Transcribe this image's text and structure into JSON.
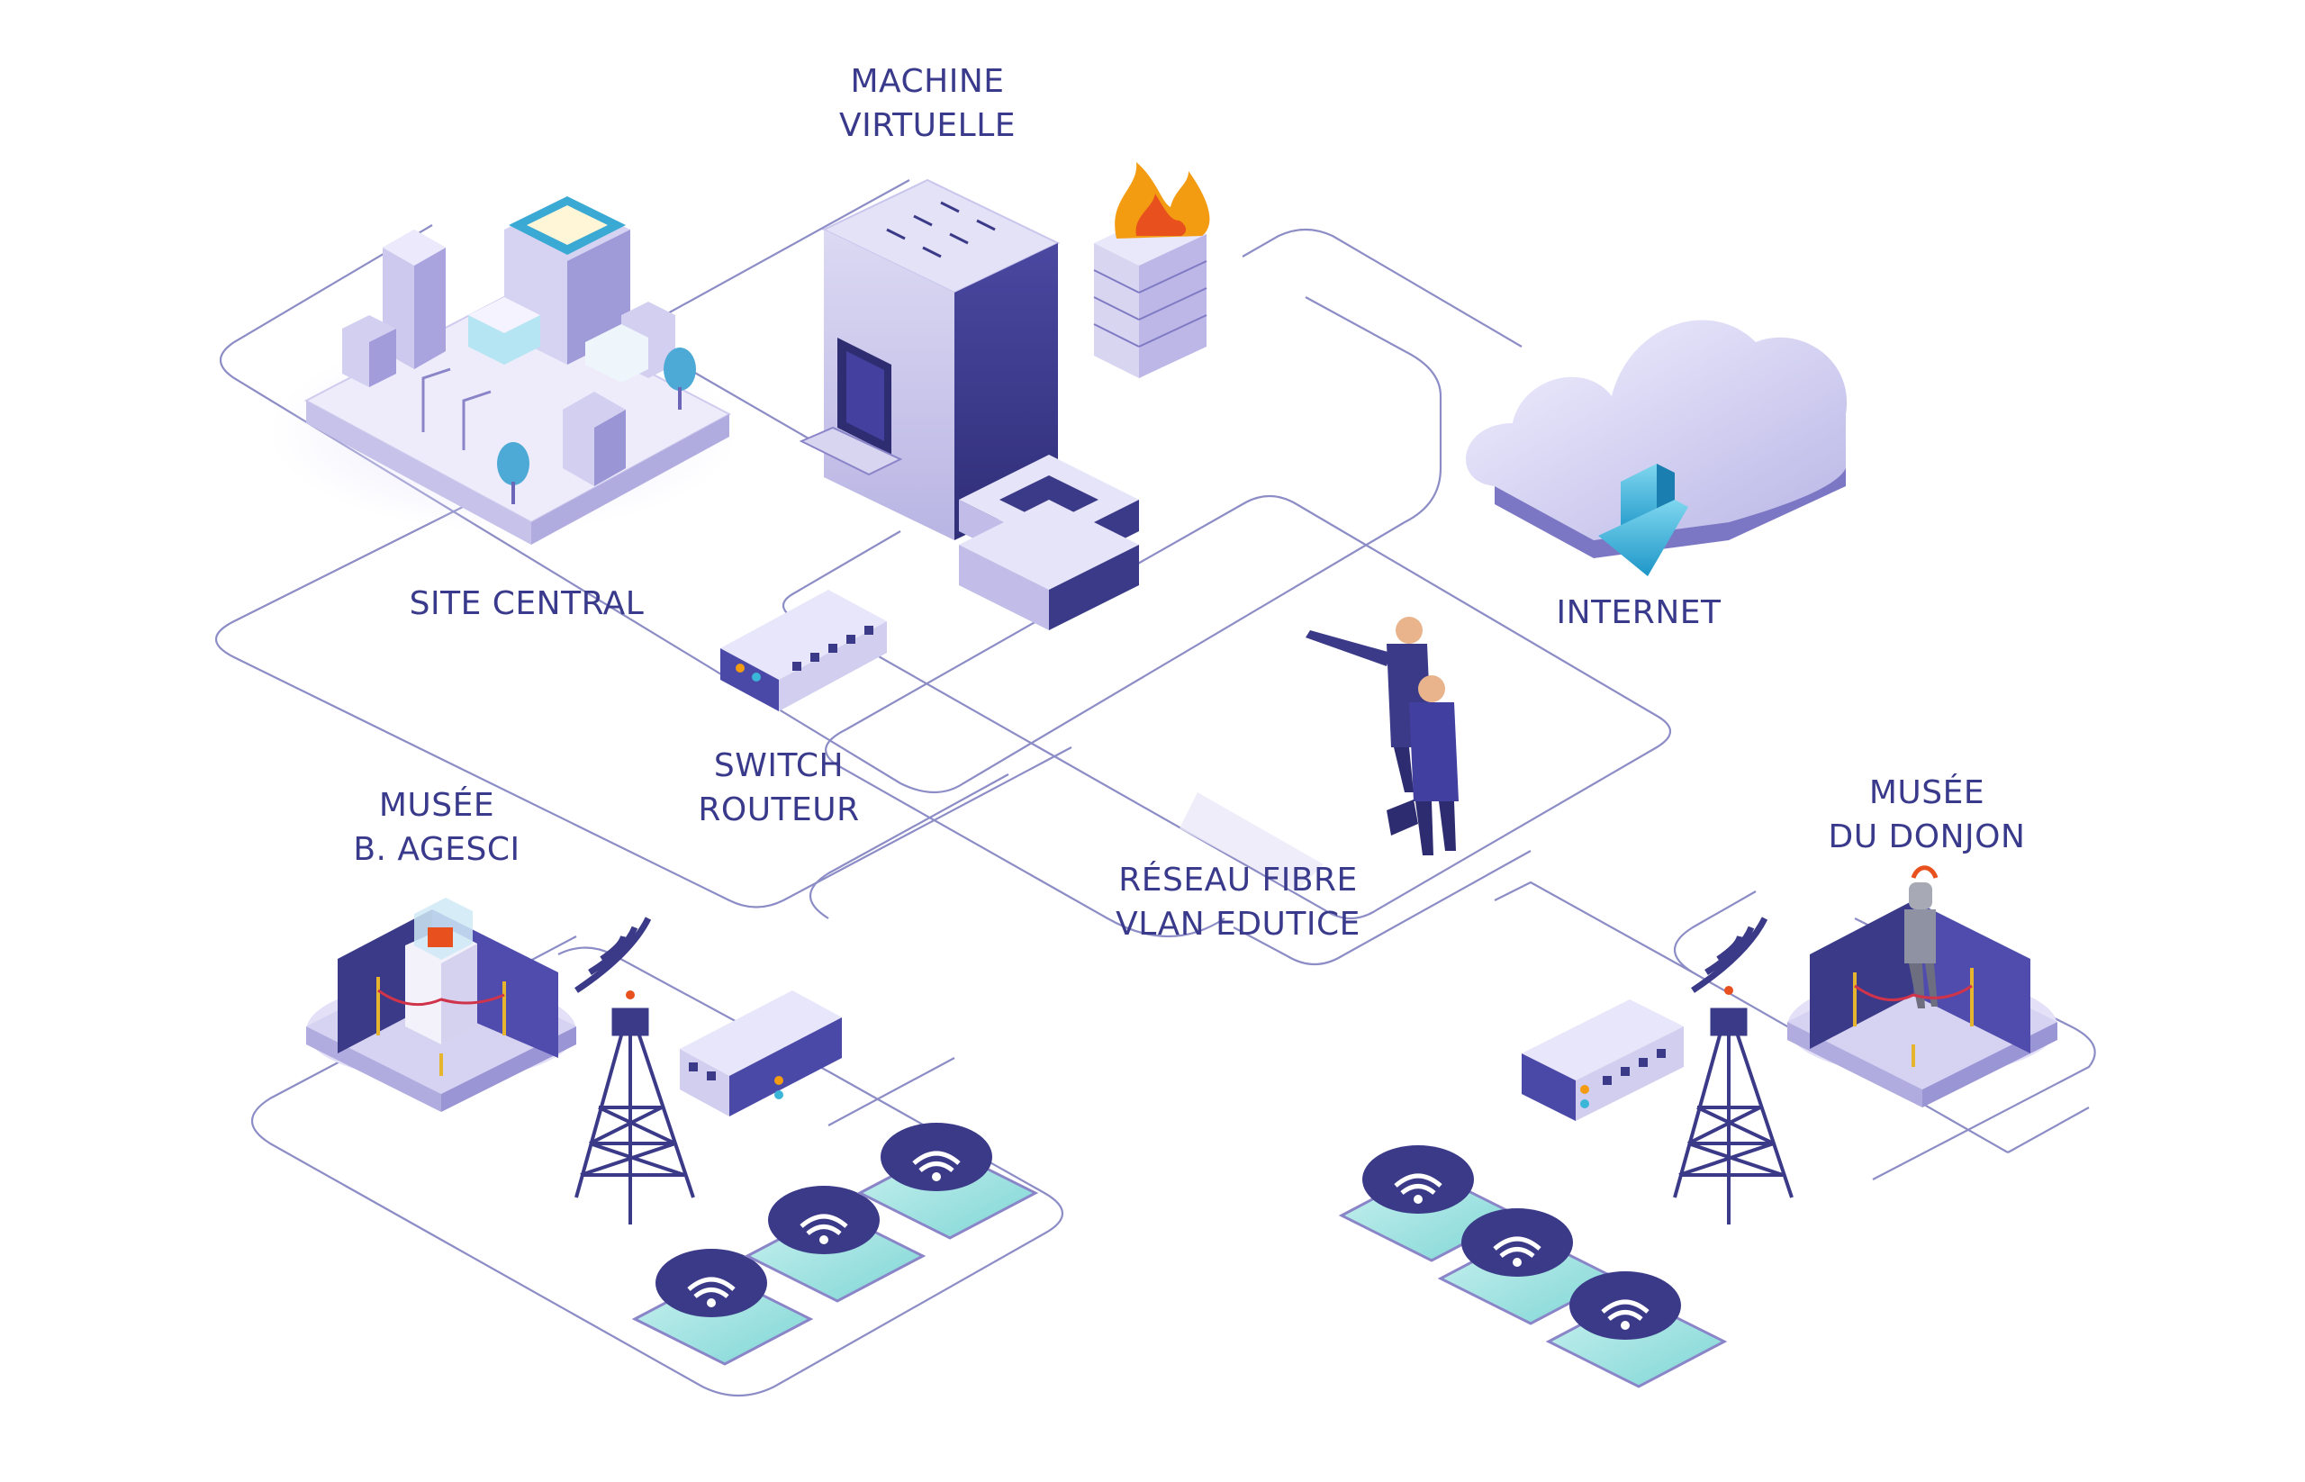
{
  "labels": {
    "machine_virtuelle": [
      "MACHINE",
      "VIRTUELLE"
    ],
    "site_central": "SITE CENTRAL",
    "internet": "INTERNET",
    "switch_routeur": [
      "SWITCH",
      "ROUTEUR"
    ],
    "musee_agesci": [
      "MUSÉE",
      "B. AGESCI"
    ],
    "musee_donjon": [
      "MUSÉE",
      "DU DONJON"
    ],
    "reseau": [
      "RÉSEAU FIBRE",
      "VLAN EDUTICE"
    ]
  },
  "colors": {
    "text": "#3a3a8c",
    "line": "#8c8cc6",
    "indigo_dark": "#3b3a88",
    "indigo_mid": "#6d6cc0",
    "lavender": "#d9d6f2",
    "lavender_light": "#eeecfb",
    "cyan": "#39b6d8",
    "flame_orange": "#f39c12",
    "flame_red": "#e8501e"
  },
  "icons": [
    "building-complex-icon",
    "server-rack-icon",
    "firewall-icon",
    "cloud-icon",
    "download-arrow-icon",
    "network-switch-icon",
    "businessmen-icon",
    "museum-exhibit-icon",
    "radio-tower-icon",
    "wifi-tablet-icon"
  ]
}
